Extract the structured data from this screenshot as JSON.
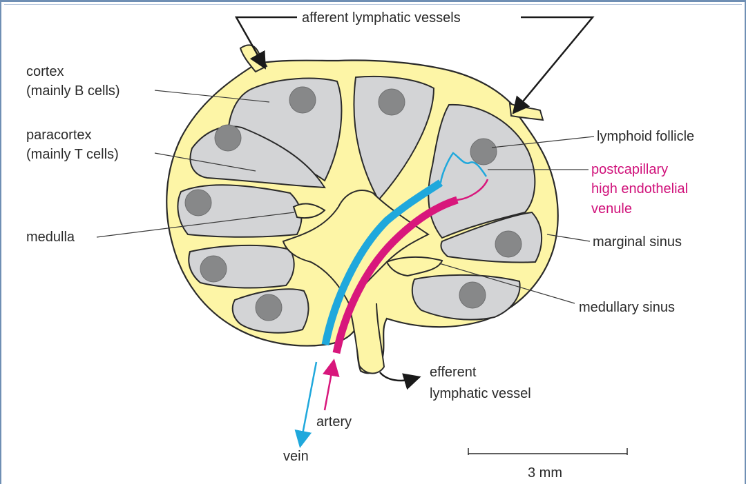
{
  "labels": {
    "afferent": "afferent lymphatic vessels",
    "cortex_1": "cortex",
    "cortex_2": "(mainly B cells)",
    "paracortex_1": "paracortex",
    "paracortex_2": "(mainly T cells)",
    "medulla": "medulla",
    "lymphoid_follicle": "lymphoid follicle",
    "hev_1": "postcapillary",
    "hev_2": "high endothelial",
    "hev_3": "venule",
    "marginal_sinus": "marginal sinus",
    "medullary_sinus": "medullary sinus",
    "efferent_1": "efferent",
    "efferent_2": "lymphatic vessel",
    "artery": "artery",
    "vein": "vein",
    "scale": "3 mm"
  },
  "colors": {
    "capsule_fill": "#fdf5a6",
    "outline": "#2a2a2a",
    "lobule_fill": "#d3d4d6",
    "follicle_fill": "#878889",
    "vein": "#1fa8dc",
    "artery": "#d8177c",
    "label_highlight": "#d0117a"
  }
}
